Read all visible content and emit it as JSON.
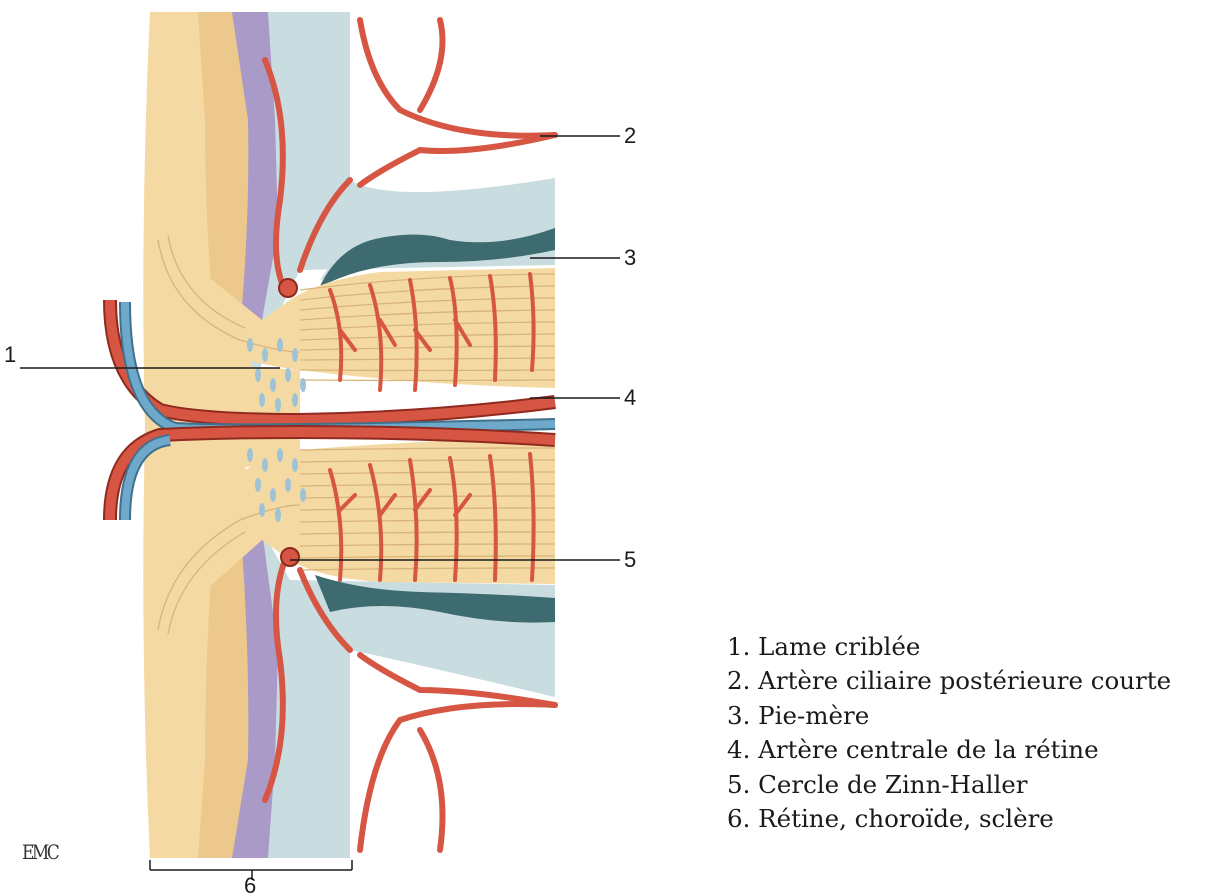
{
  "callouts": [
    "1",
    "2",
    "3",
    "4",
    "5",
    "6"
  ],
  "legend": [
    "1. Lame criblée",
    "2. Artère ciliaire postérieure courte",
    "3. Pie-mère",
    "4. Artère centrale de la rétine",
    "5. Cercle de Zinn-Haller",
    "6. Rétine, choroïde, sclère"
  ],
  "logo_text": "EMC",
  "colors": {
    "sclera_blue": "#c9dde0",
    "nerve_yellow": "#f4d9a3",
    "nerve_fiber_line": "#d9b47a",
    "choroid_purple": "#a99ac8",
    "artery_red": "#d65543",
    "artery_outline": "#8f2a1f",
    "vein_blue": "#6ea9cc",
    "pia_dark": "#3d6b70"
  }
}
